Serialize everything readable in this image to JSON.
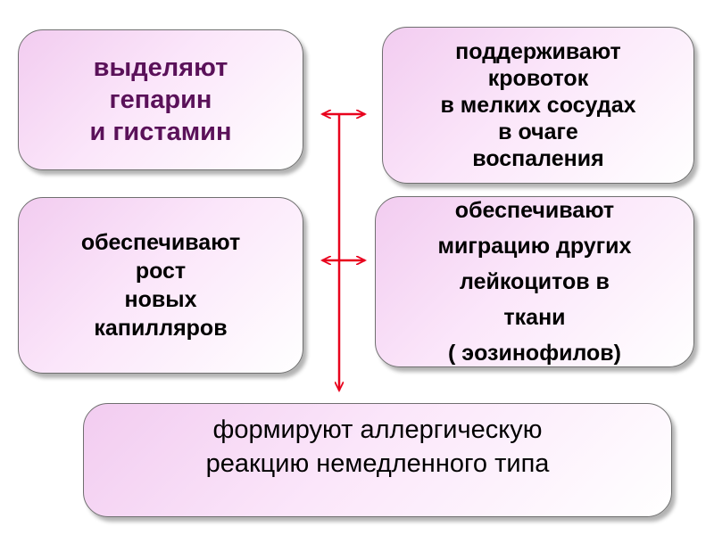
{
  "boxes": {
    "heparin": "выделяют\nгепарин\nи гистамин",
    "bloodflow": "поддерживают\nкровоток\nв мелких сосудах\nв очаге\nвоспаления",
    "capillaries": "обеспечивают\nрост\nновых\nкапилляров",
    "migration": "обеспечивают\nмиграцию других\nлейкоцитов в\nткани\n(  эозинофилов)",
    "allergy": "формируют аллергическую\nреакцию немедленного типа"
  },
  "colors": {
    "arrow": "#e8001c",
    "box_fill": "#f2ccf0",
    "box_border": "#6f6f6f",
    "heparin_text": "#5a1159"
  }
}
